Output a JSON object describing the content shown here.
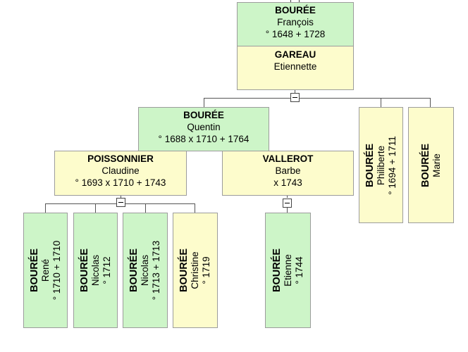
{
  "people": {
    "francois": {
      "surname": "BOURÉE",
      "given": "François",
      "dates": "° 1648  + 1728",
      "sex": "male"
    },
    "etiennette": {
      "surname": "GAREAU",
      "given": "Etiennette",
      "sex": "female"
    },
    "quentin": {
      "surname": "BOURÉE",
      "given": "Quentin",
      "dates": "° 1688  x 1710  + 1764",
      "sex": "male"
    },
    "claudine": {
      "surname": "POISSONNIER",
      "given": "Claudine",
      "dates": "° 1693  x 1710  + 1743",
      "sex": "female"
    },
    "barbe": {
      "surname": "VALLEROT",
      "given": "Barbe",
      "dates": "x 1743",
      "sex": "female"
    },
    "philiberte": {
      "surname": "BOURÉE",
      "given": "Philiberte",
      "dates": "° 1694  + 1711",
      "sex": "female"
    },
    "marie": {
      "surname": "BOURÉE",
      "given": "Marie",
      "sex": "female"
    },
    "rene": {
      "surname": "BOURÉE",
      "given": "René",
      "dates": "° 1710  + 1710",
      "sex": "male"
    },
    "nicolas1": {
      "surname": "BOURÉE",
      "given": "Nicolas",
      "dates": "° 1712",
      "sex": "male"
    },
    "nicolas2": {
      "surname": "BOURÉE",
      "given": "Nicolas",
      "dates": "° 1713  + 1713",
      "sex": "male"
    },
    "christine": {
      "surname": "BOURÉE",
      "given": "Christine",
      "dates": "° 1719",
      "sex": "female"
    },
    "etienne": {
      "surname": "BOURÉE",
      "given": "Etienne",
      "dates": "° 1744",
      "sex": "male"
    }
  },
  "colors": {
    "male": "#cdf5c8",
    "female": "#fdfccc",
    "border": "#9c9c9c",
    "line": "#555555"
  },
  "icons": {
    "collapse_toggle": "minus-box-icon"
  }
}
